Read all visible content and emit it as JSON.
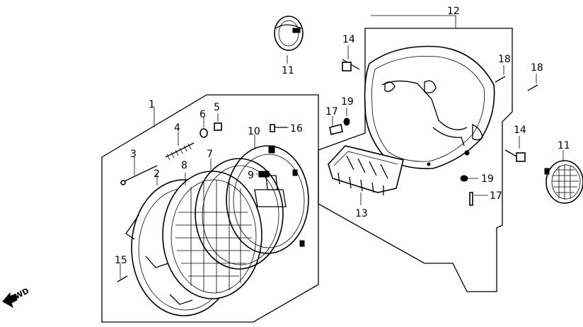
{
  "diagram": {
    "direction_label": "FWD",
    "callouts": [
      {
        "id": "c1",
        "text": "1"
      },
      {
        "id": "c2",
        "text": "2"
      },
      {
        "id": "c3",
        "text": "3"
      },
      {
        "id": "c4",
        "text": "4"
      },
      {
        "id": "c5",
        "text": "5"
      },
      {
        "id": "c6",
        "text": "6"
      },
      {
        "id": "c7",
        "text": "7"
      },
      {
        "id": "c8",
        "text": "8"
      },
      {
        "id": "c9",
        "text": "9"
      },
      {
        "id": "c10",
        "text": "10"
      },
      {
        "id": "c11a",
        "text": "11"
      },
      {
        "id": "c11b",
        "text": "11"
      },
      {
        "id": "c12",
        "text": "12"
      },
      {
        "id": "c13",
        "text": "13"
      },
      {
        "id": "c14a",
        "text": "14"
      },
      {
        "id": "c14b",
        "text": "14"
      },
      {
        "id": "c15",
        "text": "15"
      },
      {
        "id": "c16",
        "text": "16"
      },
      {
        "id": "c17a",
        "text": "17"
      },
      {
        "id": "c17b",
        "text": "17"
      },
      {
        "id": "c18a",
        "text": "18"
      },
      {
        "id": "c18b",
        "text": "18"
      },
      {
        "id": "c19a",
        "text": "19"
      },
      {
        "id": "c19b",
        "text": "19"
      }
    ]
  }
}
